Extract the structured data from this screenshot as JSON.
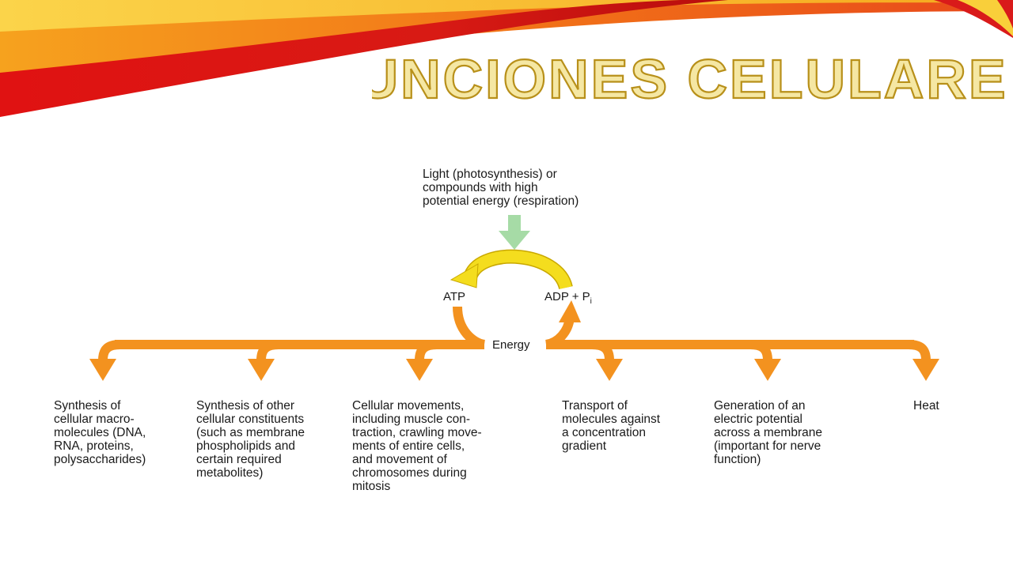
{
  "slide": {
    "title": "FUNCIONES CELULARES"
  },
  "diagram": {
    "source_text": "Light (photosynthesis) or\ncompounds with high\npotential energy (respiration)",
    "atp_label": "ATP",
    "adp_label": "ADP + P",
    "adp_subscript": "i",
    "energy_label": "Energy",
    "outputs": [
      "Synthesis of\ncellular macro-\nmolecules (DNA,\nRNA, proteins,\npolysaccharides)",
      "Synthesis of other\ncellular constituents\n(such as membrane\nphospholipids and\ncertain required\nmetabolites)",
      "Cellular movements,\nincluding muscle con-\ntraction, crawling move-\nments of entire cells,\nand movement of\nchromosomes during\nmitosis",
      "Transport of\nmolecules against\na concentration\ngradient",
      "Generation of an\nelectric potential\nacross a membrane\n(important for nerve\nfunction)",
      "Heat"
    ]
  },
  "colors": {
    "title_gold": "#c9a227",
    "arrow_orange": "#f3921f",
    "cycle_yellow": "#f4dd1e",
    "input_green": "#a6dba6",
    "banner_red": "#d91a1a",
    "banner_orange": "#f57a18",
    "banner_yellow": "#f9cf3a"
  }
}
